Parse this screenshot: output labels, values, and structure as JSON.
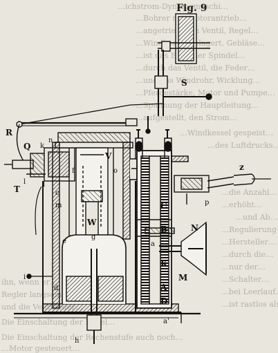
{
  "figure": {
    "title": "Fig. 9",
    "labels": {
      "S": "S",
      "R": "R",
      "Q": "Q",
      "k": "k",
      "n": "n",
      "T": "T",
      "l": "l",
      "l1": "l",
      "c": "c",
      "m": "m",
      "f": "f",
      "V": "V",
      "o": "o",
      "l2": "l",
      "W": "W",
      "g": "g",
      "e": "e",
      "d": "d",
      "i": "i",
      "h": "h",
      "Z": "z",
      "p": "p",
      "C": "C",
      "B": "B",
      "a": "a",
      "K": "K",
      "N": "N",
      "M": "M",
      "A": "A",
      "D": "D",
      "a2": "a'"
    }
  },
  "page_text": {
    "lines": [
      "…ichstrom-Dynamomaschi…",
      "…Bohrer mit Motorantrieb…",
      "…angetriebenen Ventil, Regel…",
      "…Windkessel gelagert, Gebläse…",
      "…ist das Ende der Spindel…",
      "…durch das Ventil, die Feder…",
      "…und das Windrohr, Wicklung…",
      "…Pferdestärke, Motor und Pumpe…",
      "…Spannung der Hauptleitung…",
      "…aufgestellt, den Strom…",
      "…Windkessel gespeist…",
      "…des Luftdrucks…",
      "…die Anzahl…",
      "…erhöht…",
      "…und Ab…",
      "…Regulierung der Welle…",
      "…Hersteller…",
      "…durch die…",
      "…nur der…",
      "…Schalter…",
      "…bei Leerlauf…",
      "…ist rastlos als…",
      "ihn, wenn er…",
      "Regler langsam…",
      "und die Ventilfeder…",
      "Die Einschaltung der Regel…",
      "Die Einschaltung der Rechenstufe auch noch…",
      "…Motor gesteuert…"
    ]
  },
  "colors": {
    "paper": "#e9e6de",
    "ink": "#141210",
    "shade": "#5a5750"
  }
}
